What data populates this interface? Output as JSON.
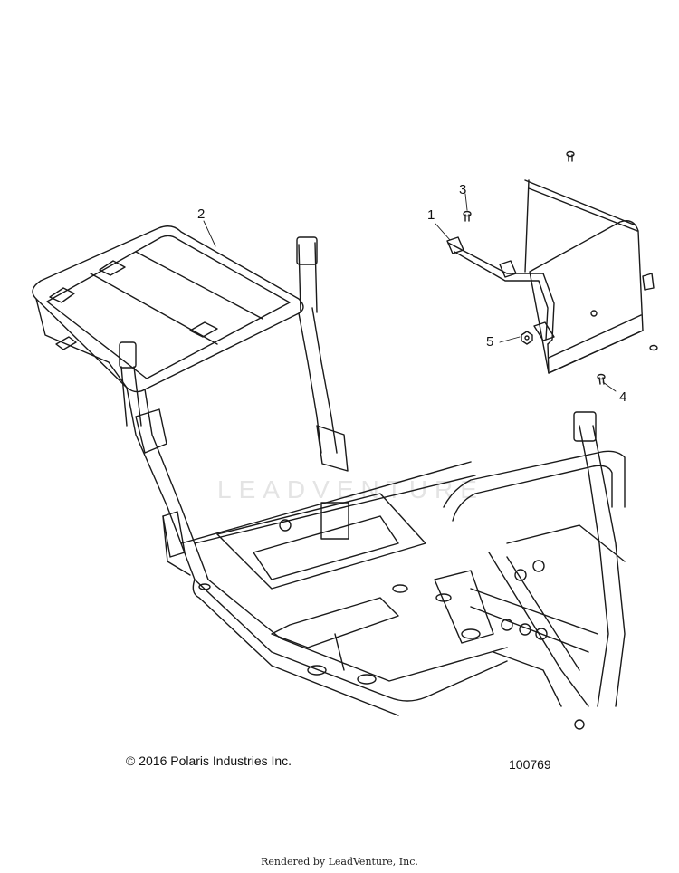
{
  "callouts": [
    {
      "label": "1"
    },
    {
      "label": "2"
    },
    {
      "label": "3"
    },
    {
      "label": "4"
    },
    {
      "label": "5"
    }
  ],
  "footer": {
    "copyright": "© 2016 Polaris Industries Inc.",
    "diagram_id": "100769",
    "rendered_by": "Rendered by LeadVenture, Inc."
  },
  "watermark": {
    "text": "LEADVENTURE"
  }
}
